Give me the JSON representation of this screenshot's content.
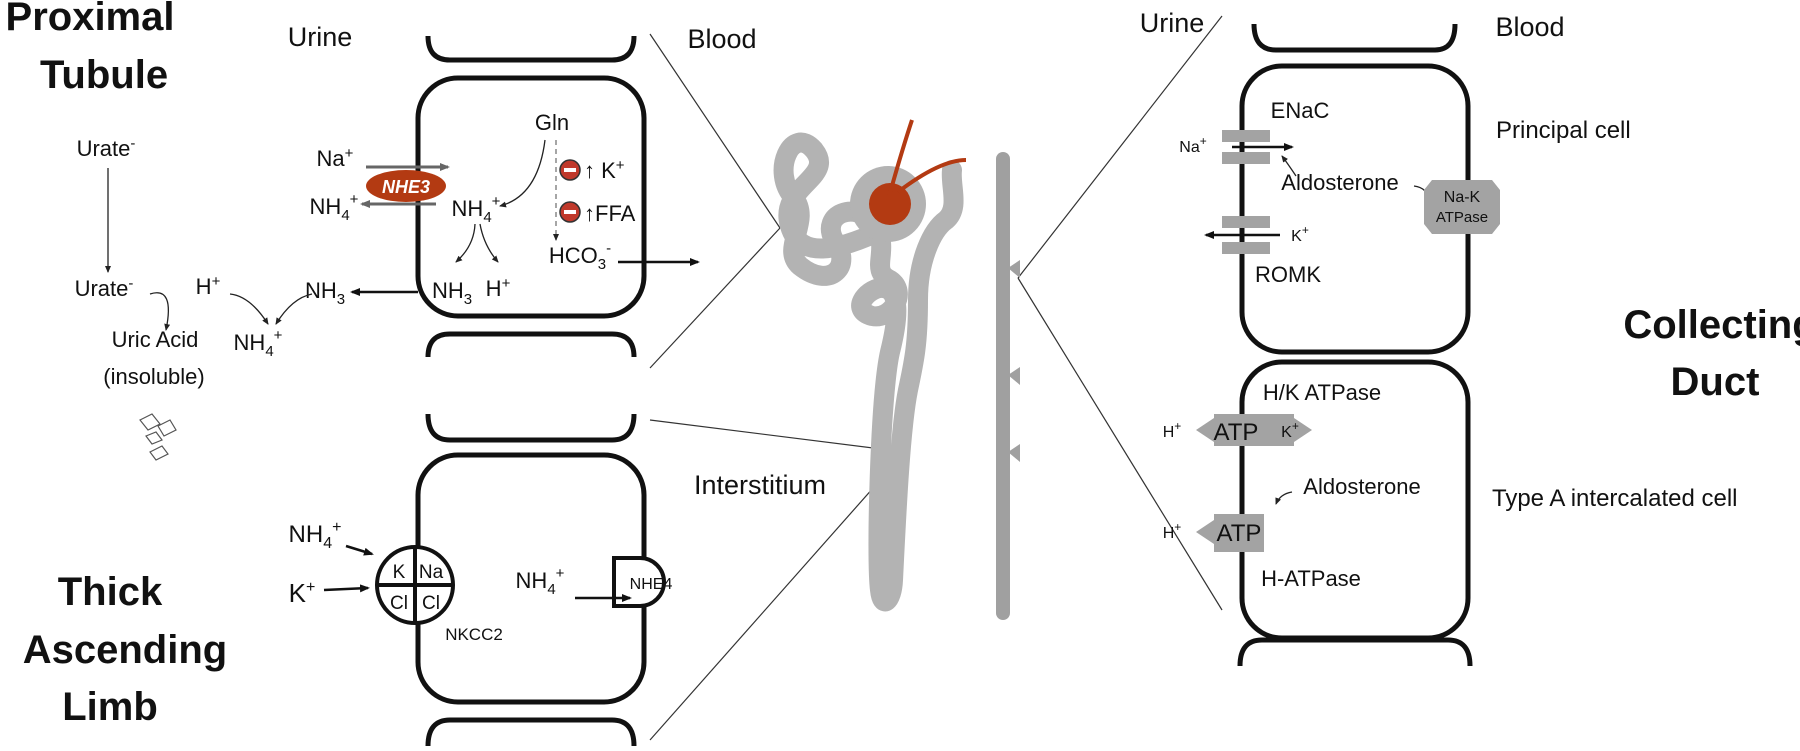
{
  "colors": {
    "nephron": "#b3b3b3",
    "vessel": "#b33a12",
    "channel": "#a3a3a3",
    "inhibit": "#c0392b"
  },
  "headings": {
    "proximal_1": "Proximal",
    "proximal_2": "Tubule",
    "tal_1": "Thick",
    "tal_2": "Ascending",
    "tal_3": "Limb",
    "cd_1": "Collecting",
    "cd_2": "Duct"
  },
  "proximal": {
    "urine": "Urine",
    "blood": "Blood",
    "urate_top": "Urate",
    "urate_top_sup": "-",
    "urate_mid": "Urate",
    "urate_mid_sup": "-",
    "h_plus": "H",
    "h_plus_sup": "+",
    "nh3_out": "NH",
    "nh3_out_sub": "3",
    "uric_acid": "Uric Acid",
    "insoluble": "(insoluble)",
    "nh4_out": "NH",
    "nh4_out_sub": "4",
    "nh4_out_sup": "+",
    "na": "Na",
    "na_sup": "+",
    "nhe3": "NHE3",
    "nh4_lumen": "NH",
    "nh4_lumen_sub": "4",
    "nh4_lumen_sup": "+",
    "gln": "Gln",
    "nh4_cell": "NH",
    "nh4_cell_sub": "4",
    "nh4_cell_sup": "+",
    "k_effect": "↑ K",
    "k_effect_sup": "+",
    "ffa_effect": "↑FFA",
    "hco3": "HCO",
    "hco3_sub": "3",
    "hco3_sup": "-",
    "nh3_cell": "NH",
    "nh3_cell_sub": "3",
    "h_cell": "H",
    "h_cell_sup": "+"
  },
  "tal": {
    "interstitium": "Interstitium",
    "nh4_in": "NH",
    "nh4_in_sub": "4",
    "nh4_in_sup": "+",
    "k_in": "K",
    "k_in_sup": "+",
    "q_k": "K",
    "q_na": "Na",
    "q_cl1": "Cl",
    "q_cl2": "Cl",
    "nkcc2": "NKCC2",
    "nh4_baso": "NH",
    "nh4_baso_sub": "4",
    "nh4_baso_sup": "+",
    "nhe4": "NHE4"
  },
  "cd": {
    "urine": "Urine",
    "blood": "Blood",
    "enac": "ENaC",
    "na": "Na",
    "na_sup": "+",
    "aldo1": "Aldosterone",
    "k": "K",
    "k_sup": "+",
    "romk": "ROMK",
    "nak1": "Na-K",
    "nak2": "ATPase",
    "principal": "Principal cell",
    "hk": "H/K ATPase",
    "h1": "H",
    "h1_sup": "+",
    "atp1": "ATP",
    "k2": "K",
    "k2_sup": "+",
    "aldo2": "Aldosterone",
    "h2": "H",
    "h2_sup": "+",
    "atp2": "ATP",
    "hatpase": "H-ATPase",
    "type_a": "Type A intercalated cell"
  }
}
